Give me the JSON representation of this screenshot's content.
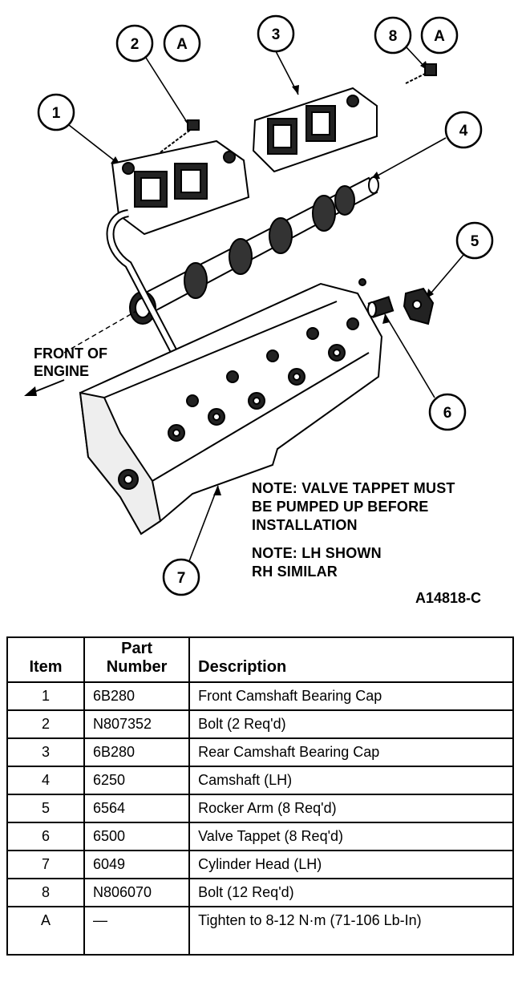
{
  "diagram": {
    "callouts": [
      "1",
      "2",
      "A",
      "3",
      "8",
      "A",
      "4",
      "5",
      "6",
      "7"
    ],
    "front_label": [
      "FRONT OF",
      "ENGINE"
    ],
    "notes": [
      [
        "NOTE: VALVE TAPPET MUST",
        "BE PUMPED UP BEFORE",
        "INSTALLATION"
      ],
      [
        "NOTE: LH SHOWN",
        "RH SIMILAR"
      ]
    ],
    "figure_id": "A14818-C"
  },
  "table": {
    "headers": [
      "Item",
      "Part\nNumber",
      "Description"
    ],
    "rows": [
      [
        "1",
        "6B280",
        "Front Camshaft Bearing Cap"
      ],
      [
        "2",
        "N807352",
        "Bolt (2 Req'd)"
      ],
      [
        "3",
        "6B280",
        "Rear Camshaft Bearing Cap"
      ],
      [
        "4",
        "6250",
        "Camshaft (LH)"
      ],
      [
        "5",
        "6564",
        "Rocker Arm (8 Req'd)"
      ],
      [
        "6",
        "6500",
        "Valve Tappet (8 Req'd)"
      ],
      [
        "7",
        "6049",
        "Cylinder Head (LH)"
      ],
      [
        "8",
        "N806070",
        "Bolt (12 Req'd)"
      ],
      [
        "A",
        "—",
        "Tighten to 8-12 N·m (71-106 Lb-In)"
      ]
    ]
  }
}
